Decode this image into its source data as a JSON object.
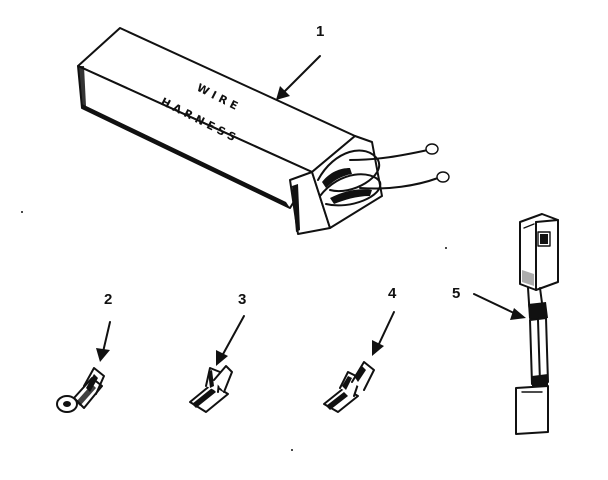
{
  "diagram": {
    "box_label_line1": "WIRE",
    "box_label_line2": "HARNESS",
    "callouts": [
      "1",
      "2",
      "3",
      "4",
      "5"
    ],
    "ink_color": "#111111",
    "background_color": "#ffffff"
  }
}
